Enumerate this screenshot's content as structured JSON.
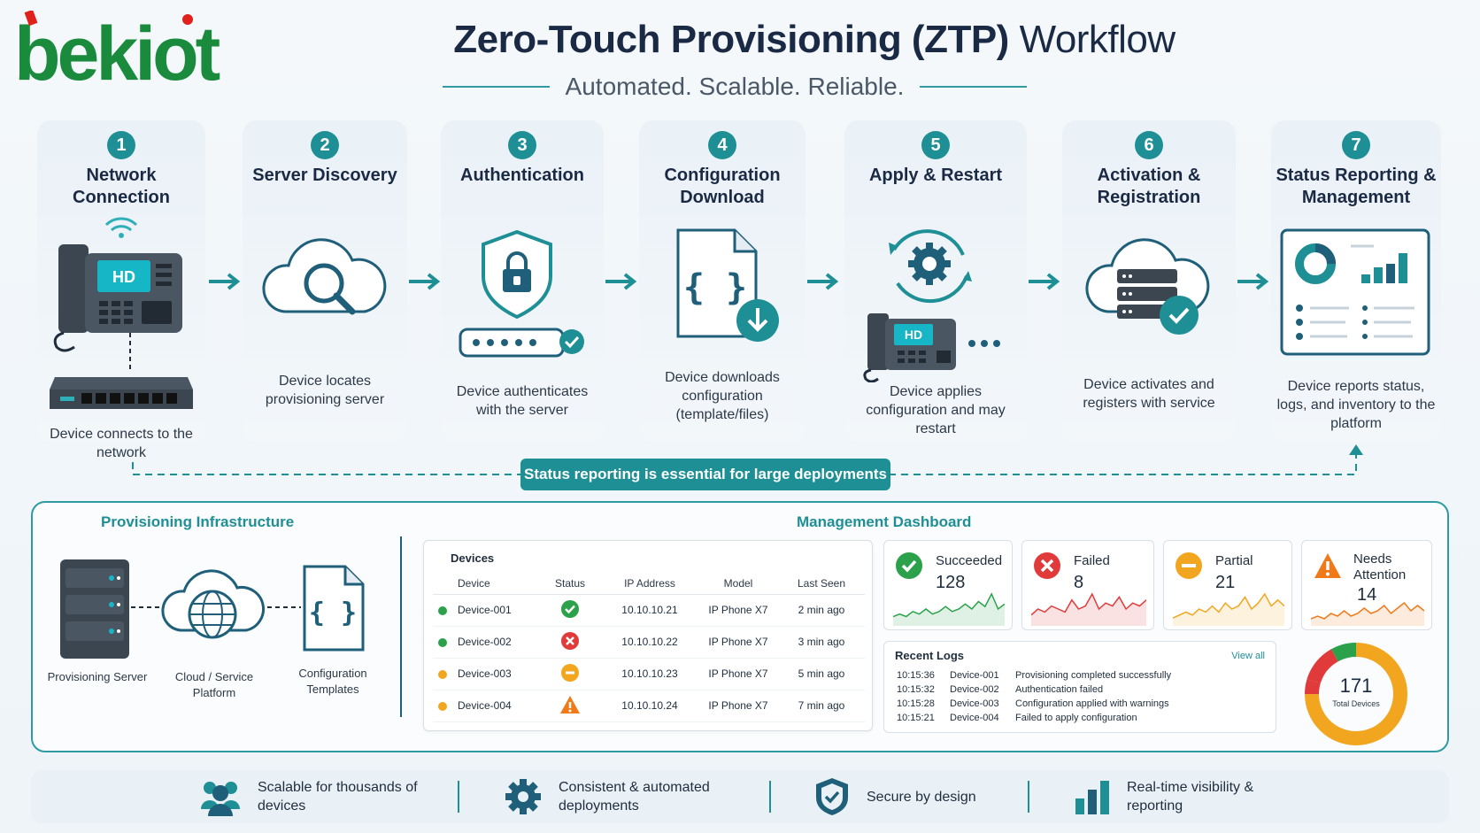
{
  "header": {
    "logo_text": "bekiot",
    "title_bold": "Zero-Touch Provisioning (ZTP)",
    "title_light": "Workflow",
    "subtitle": "Automated. Scalable. Reliable."
  },
  "colors": {
    "accent": "#1f8f96",
    "logo_green": "#1a8a3c",
    "logo_red": "#e0201b",
    "success": "#2aa14a",
    "error": "#e03a3a",
    "warning": "#f2a61f",
    "alert": "#f07a1a"
  },
  "steps": [
    {
      "num": "1",
      "title": "Network Connection",
      "desc": "Device connects to the network",
      "icon": "desk-phone-and-switch-icon"
    },
    {
      "num": "2",
      "title": "Server Discovery",
      "desc": "Device locates provisioning server",
      "icon": "cloud-search-icon"
    },
    {
      "num": "3",
      "title": "Authentication",
      "desc": "Device authenticates with the server",
      "icon": "shield-lock-icon"
    },
    {
      "num": "4",
      "title": "Configuration Download",
      "desc": "Device downloads configuration (template/files)",
      "icon": "config-file-download-icon"
    },
    {
      "num": "5",
      "title": "Apply & Restart",
      "desc": "Device applies configuration and may restart",
      "icon": "gear-restart-icon"
    },
    {
      "num": "6",
      "title": "Activation & Registration",
      "desc": "Device activates and registers with service",
      "icon": "cloud-server-check-icon"
    },
    {
      "num": "7",
      "title": "Status Reporting & Management",
      "desc": "Device reports status, logs, and inventory to the platform",
      "icon": "dashboard-icon"
    }
  ],
  "step5_phone_label": "HD",
  "step1_phone_label": "HD",
  "banner": "Status reporting is essential for large deployments",
  "infrastructure": {
    "heading": "Provisioning Infrastructure",
    "items": [
      {
        "label": "Provisioning Server",
        "icon": "server-rack-icon"
      },
      {
        "label": "Cloud / Service Platform",
        "icon": "cloud-globe-icon"
      },
      {
        "label": "Configuration Templates",
        "icon": "config-template-icon"
      }
    ]
  },
  "dashboard": {
    "heading": "Management Dashboard",
    "devices_title": "Devices",
    "columns": [
      "Device",
      "Status",
      "IP Address",
      "Model",
      "Last Seen"
    ],
    "rows": [
      {
        "device": "Device-001",
        "status": "success",
        "ip": "10.10.10.21",
        "model": "IP Phone X7",
        "last_seen": "2 min ago",
        "dot": "#2aa14a"
      },
      {
        "device": "Device-002",
        "status": "failed",
        "ip": "10.10.10.22",
        "model": "IP Phone X7",
        "last_seen": "3 min ago",
        "dot": "#2aa14a"
      },
      {
        "device": "Device-003",
        "status": "partial",
        "ip": "10.10.10.23",
        "model": "IP Phone X7",
        "last_seen": "5 min ago",
        "dot": "#f2a61f"
      },
      {
        "device": "Device-004",
        "status": "attention",
        "ip": "10.10.10.24",
        "model": "IP Phone X7",
        "last_seen": "7 min ago",
        "dot": "#f2a61f"
      }
    ],
    "stats": [
      {
        "label": "Succeeded",
        "value": "128",
        "color": "#2aa14a",
        "spark": [
          3,
          4,
          3,
          5,
          4,
          6,
          4,
          5,
          7,
          5,
          6,
          8,
          6,
          9,
          7,
          12,
          6,
          8
        ]
      },
      {
        "label": "Failed",
        "value": "8",
        "color": "#e03a3a",
        "spark": [
          3,
          5,
          4,
          6,
          5,
          4,
          8,
          5,
          6,
          10,
          5,
          7,
          6,
          9,
          5,
          7,
          6,
          8
        ]
      },
      {
        "label": "Partial",
        "value": "21",
        "color": "#f2a61f",
        "spark": [
          2,
          3,
          4,
          3,
          5,
          4,
          6,
          4,
          7,
          5,
          6,
          9,
          5,
          7,
          10,
          6,
          8,
          6
        ]
      },
      {
        "label": "Needs Attention",
        "value": "14",
        "color": "#f07a1a",
        "spark": [
          2,
          3,
          2,
          4,
          3,
          5,
          3,
          4,
          6,
          4,
          5,
          7,
          4,
          6,
          8,
          5,
          7,
          5
        ]
      }
    ],
    "logs_title": "Recent Logs",
    "logs_view": "View all",
    "logs": [
      {
        "time": "10:15:36",
        "device": "Device-001",
        "msg": "Provisioning completed successfully"
      },
      {
        "time": "10:15:32",
        "device": "Device-002",
        "msg": "Authentication failed"
      },
      {
        "time": "10:15:28",
        "device": "Device-003",
        "msg": "Configuration applied with warnings"
      },
      {
        "time": "10:15:21",
        "device": "Device-004",
        "msg": "Failed to apply configuration"
      }
    ],
    "total_value": "171",
    "total_label": "Total Devices",
    "donut": [
      {
        "value": 128,
        "color": "#f2a61f"
      },
      {
        "value": 8,
        "color": "#e03a3a"
      },
      {
        "value": 21,
        "color": "#e03a3a"
      },
      {
        "value": 14,
        "color": "#2aa14a"
      }
    ]
  },
  "footer": [
    {
      "text": "Scalable for thousands of devices",
      "icon": "users-icon"
    },
    {
      "text": "Consistent & automated deployments",
      "icon": "gear-icon"
    },
    {
      "text": "Secure by design",
      "icon": "shield-check-icon"
    },
    {
      "text": "Real-time visibility & reporting",
      "icon": "bar-chart-icon"
    }
  ]
}
